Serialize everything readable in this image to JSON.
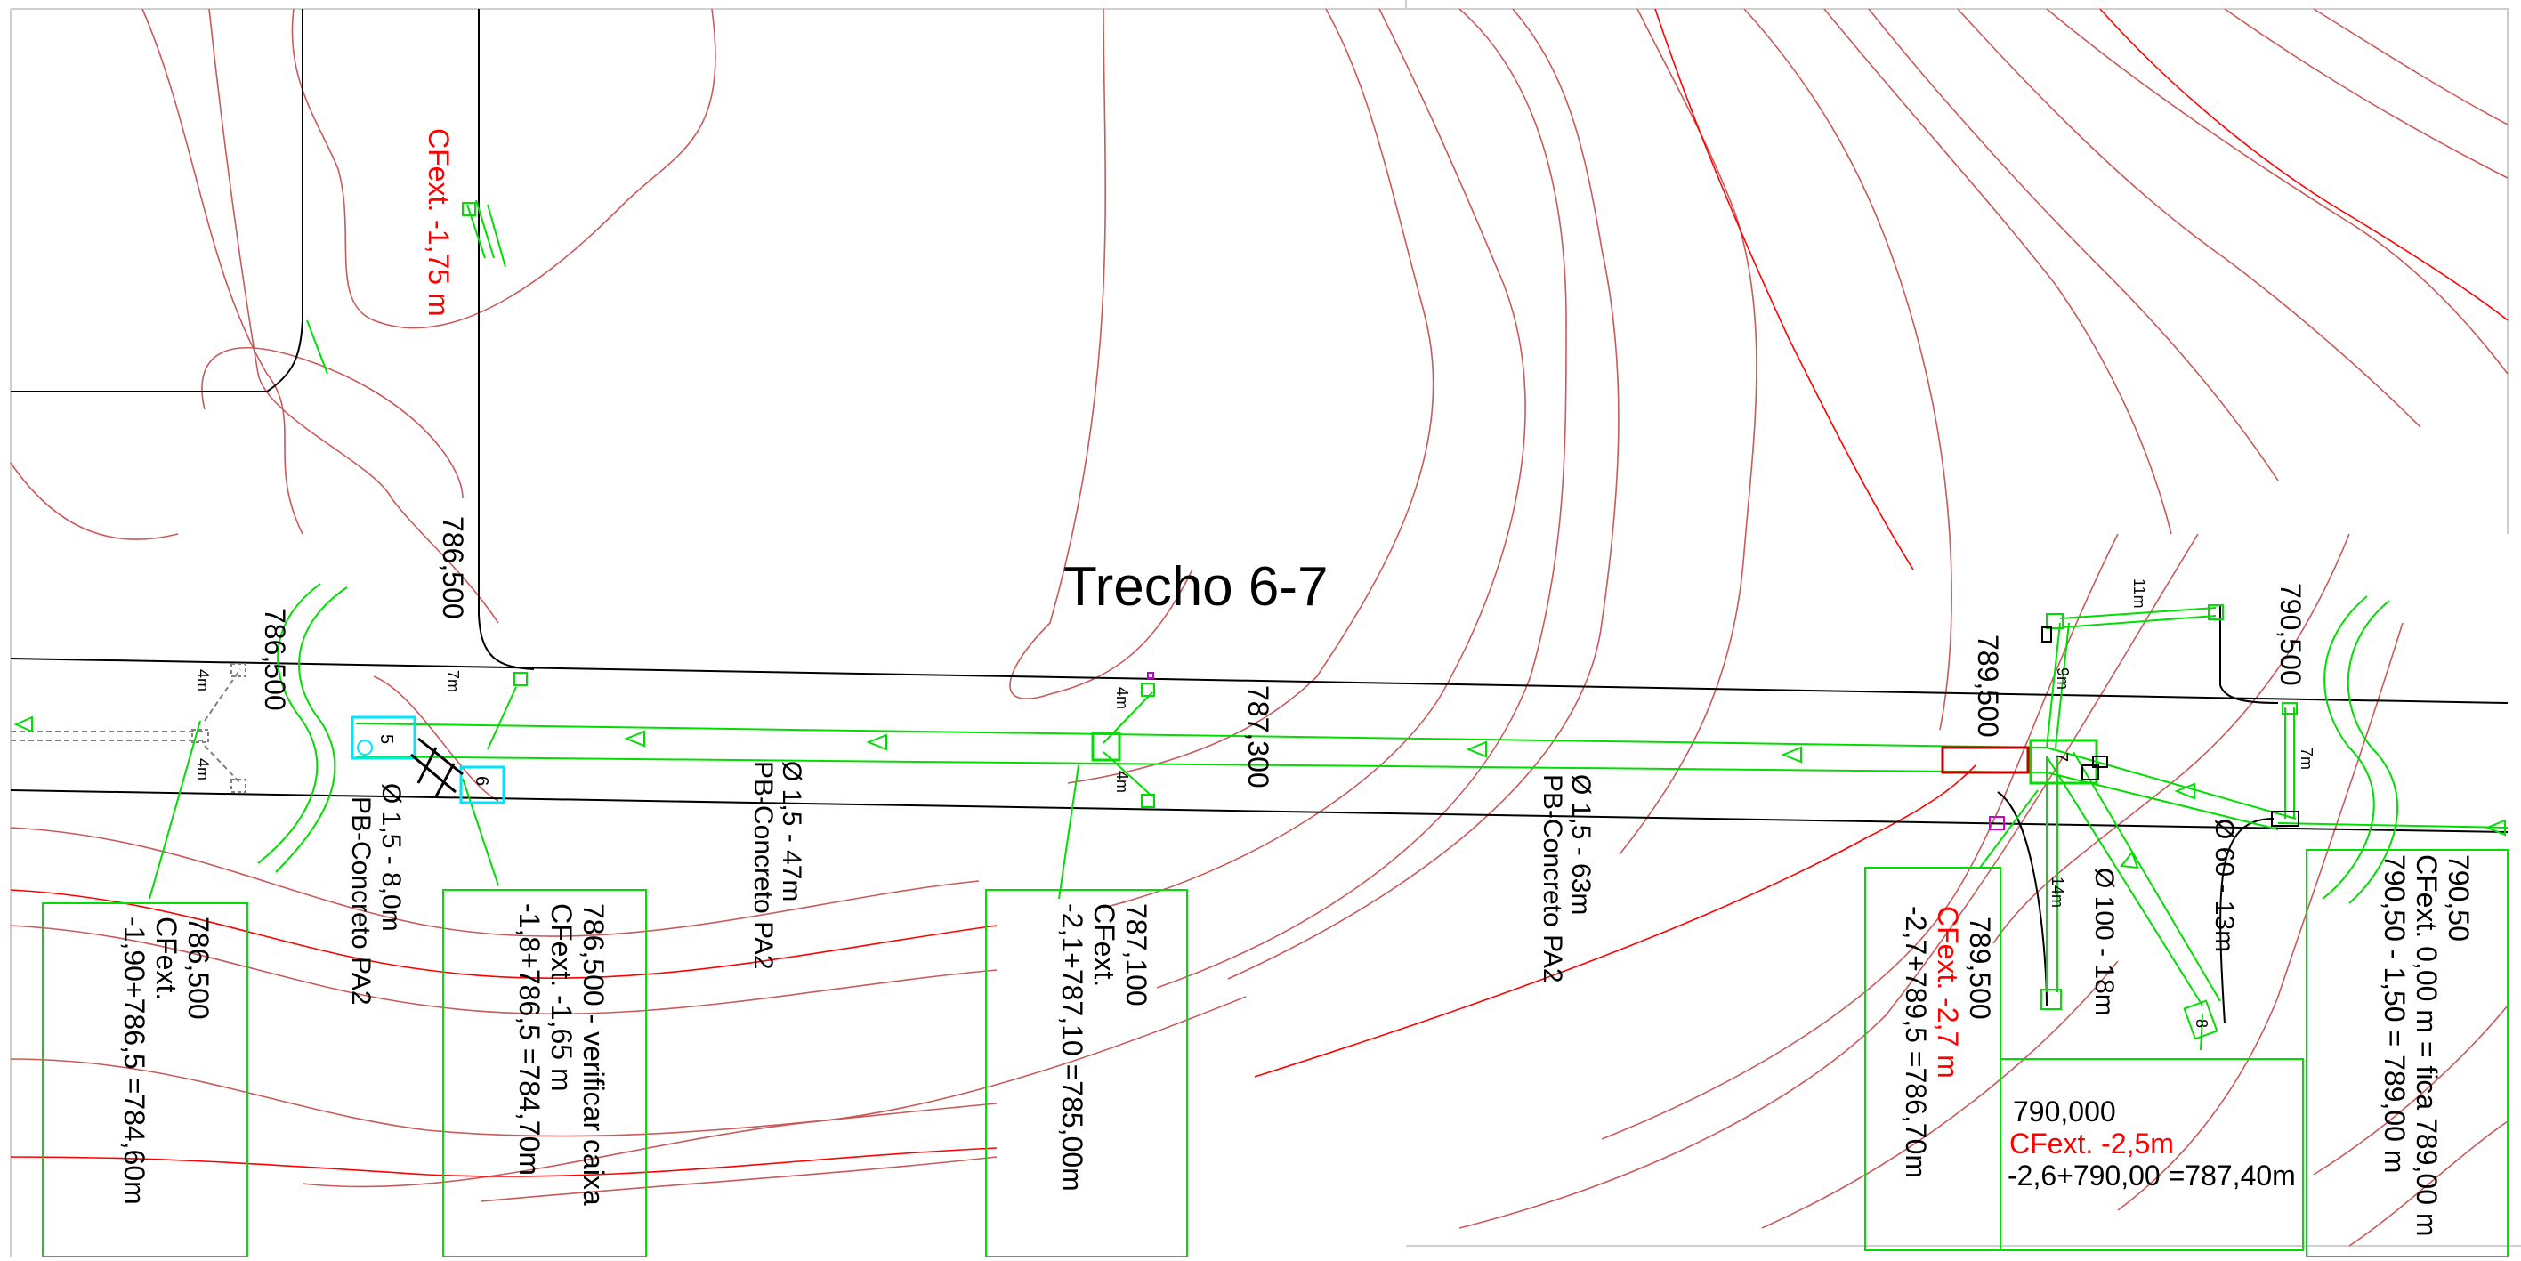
{
  "drawing": {
    "title": "Trecho 6-7",
    "colors": {
      "contour": "#c85a5a",
      "contour_major": "#ff0000",
      "network": "#00ff00",
      "road": "#000000",
      "box_existing": "#00e5ff",
      "annotation_red": "#ff0000",
      "annotation_black": "#000000",
      "box_new": "#c00000"
    },
    "elevation_labels": {
      "l1": "786,500",
      "l2": "786,500",
      "l3": "787,300",
      "l4": "789,500",
      "l5": "790,500"
    },
    "ext_labels": {
      "cfext_175": "CFext. -1,75 m"
    },
    "pipes": {
      "p1": {
        "line1": "Ø 1,5 - 8,0m",
        "line2": "PB-Concreto PA2"
      },
      "p2": {
        "line1": "Ø 1,5 - 47m",
        "line2": "PB-Concreto PA2"
      },
      "p3": {
        "line1": "Ø 1,5 - 63m",
        "line2": "PB-Concreto PA2"
      },
      "p4": "Ø 100 - 18m",
      "p5": "Ø 60 - 13m"
    },
    "node_labels": {
      "n5": "5",
      "n6": "6",
      "n7": "7",
      "n8": "8"
    },
    "distances": {
      "d1": "4m",
      "d2": "4m",
      "d3": "7m",
      "d4": "4m",
      "d5": "4m",
      "d6": "11m",
      "d7": "9m",
      "d8": "7m",
      "d9": "14m"
    },
    "boxes": {
      "b1": {
        "l1": "786,500",
        "l2": "CFext.",
        "l3": "-1,90+786,5 =784,60m"
      },
      "b2": {
        "l1": "786,500 - verificar caixa",
        "l2": "CFext. -1,65 m",
        "l3": "-1,8+786,5 =784,70m"
      },
      "b3": {
        "l1": "787,100",
        "l2": "CFext.",
        "l3": "-2,1+787,10 =785,00m"
      },
      "b4": {
        "l1": "789,500",
        "l2": "CFext. -2,7 m",
        "l3": "-2,7+789,5 =786,70m"
      },
      "b5": {
        "l1": "790,000",
        "l2": "CFext. -2,5m",
        "l3": "-2,6+790,00 =787,40m"
      },
      "b6": {
        "l1": "790,50",
        "l2": "CFext. 0,00 m = fica 789,00 m",
        "l3": "790,50 - 1,50 = 789,00 m"
      }
    }
  }
}
